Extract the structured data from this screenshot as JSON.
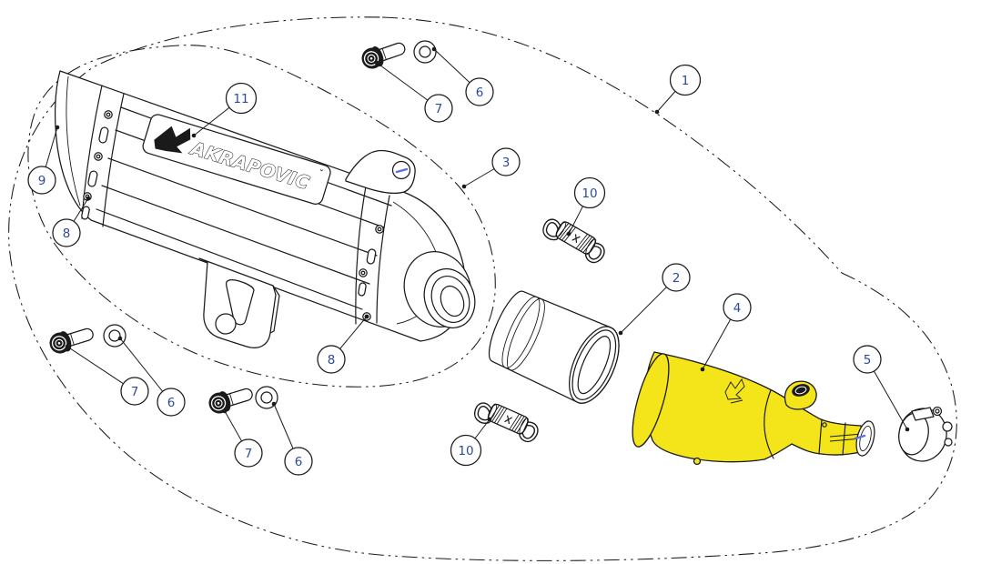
{
  "diagram": {
    "type": "exploded-parts-diagram",
    "brand": {
      "logo_text": "AKRAPOVIC",
      "logo_mark": "ˇ"
    }
  },
  "callouts": [
    {
      "id": "1",
      "label": "1"
    },
    {
      "id": "2",
      "label": "2"
    },
    {
      "id": "3",
      "label": "3"
    },
    {
      "id": "4",
      "label": "4"
    },
    {
      "id": "5",
      "label": "5"
    },
    {
      "id": "6-top",
      "label": "6"
    },
    {
      "id": "7-top",
      "label": "7"
    },
    {
      "id": "6-left",
      "label": "6"
    },
    {
      "id": "7-left",
      "label": "7"
    },
    {
      "id": "6-mid",
      "label": "6"
    },
    {
      "id": "7-mid",
      "label": "7"
    },
    {
      "id": "8-front",
      "label": "8"
    },
    {
      "id": "8-rear",
      "label": "8"
    },
    {
      "id": "9",
      "label": "9"
    },
    {
      "id": "10-top",
      "label": "10"
    },
    {
      "id": "10-bottom",
      "label": "10"
    },
    {
      "id": "11",
      "label": "11"
    }
  ],
  "colors": {
    "line": "#1a1a1a",
    "background": "#ffffff",
    "highlight": "#f4e41a",
    "callout_text": "#2d4b9a",
    "marker_blue": "#5b6fe0"
  }
}
